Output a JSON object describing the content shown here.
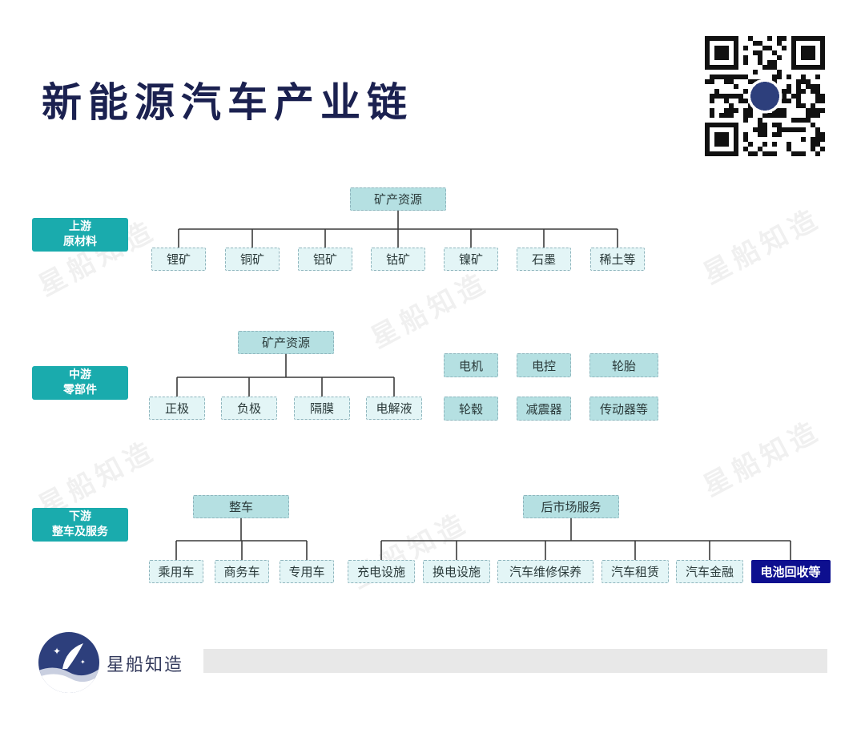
{
  "title": "新能源汽车产业链",
  "brand": {
    "name": "星船知造",
    "watermark": "星船知造"
  },
  "colors": {
    "stage": "#1aabad",
    "root": "#b5e0e2",
    "child": "#e3f5f6",
    "highlight": "#0d0f8f",
    "title": "#1b2150"
  },
  "upstream": {
    "stage": [
      "上游",
      "原材料"
    ],
    "groups": [
      {
        "root": "矿产资源",
        "children": [
          "锂矿",
          "铜矿",
          "铝矿",
          "钴矿",
          "镍矿",
          "石墨",
          "稀土等"
        ]
      }
    ]
  },
  "midstream": {
    "stage": [
      "中游",
      "零部件"
    ],
    "groups": [
      {
        "root": "矿产资源",
        "children": [
          "正极",
          "负极",
          "隔膜",
          "电解液"
        ]
      }
    ],
    "components": [
      "电机",
      "电控",
      "轮胎",
      "轮毂",
      "减震器",
      "传动器等"
    ]
  },
  "downstream": {
    "stage": [
      "下游",
      "整车及服务"
    ],
    "groups": [
      {
        "root": "整车",
        "children": [
          "乘用车",
          "商务车",
          "专用车"
        ]
      },
      {
        "root": "后市场服务",
        "children": [
          "充电设施",
          "换电设施",
          "汽车维修保养",
          "汽车租赁",
          "汽车金融",
          "电池回收等"
        ],
        "highlight_last": true
      }
    ]
  }
}
